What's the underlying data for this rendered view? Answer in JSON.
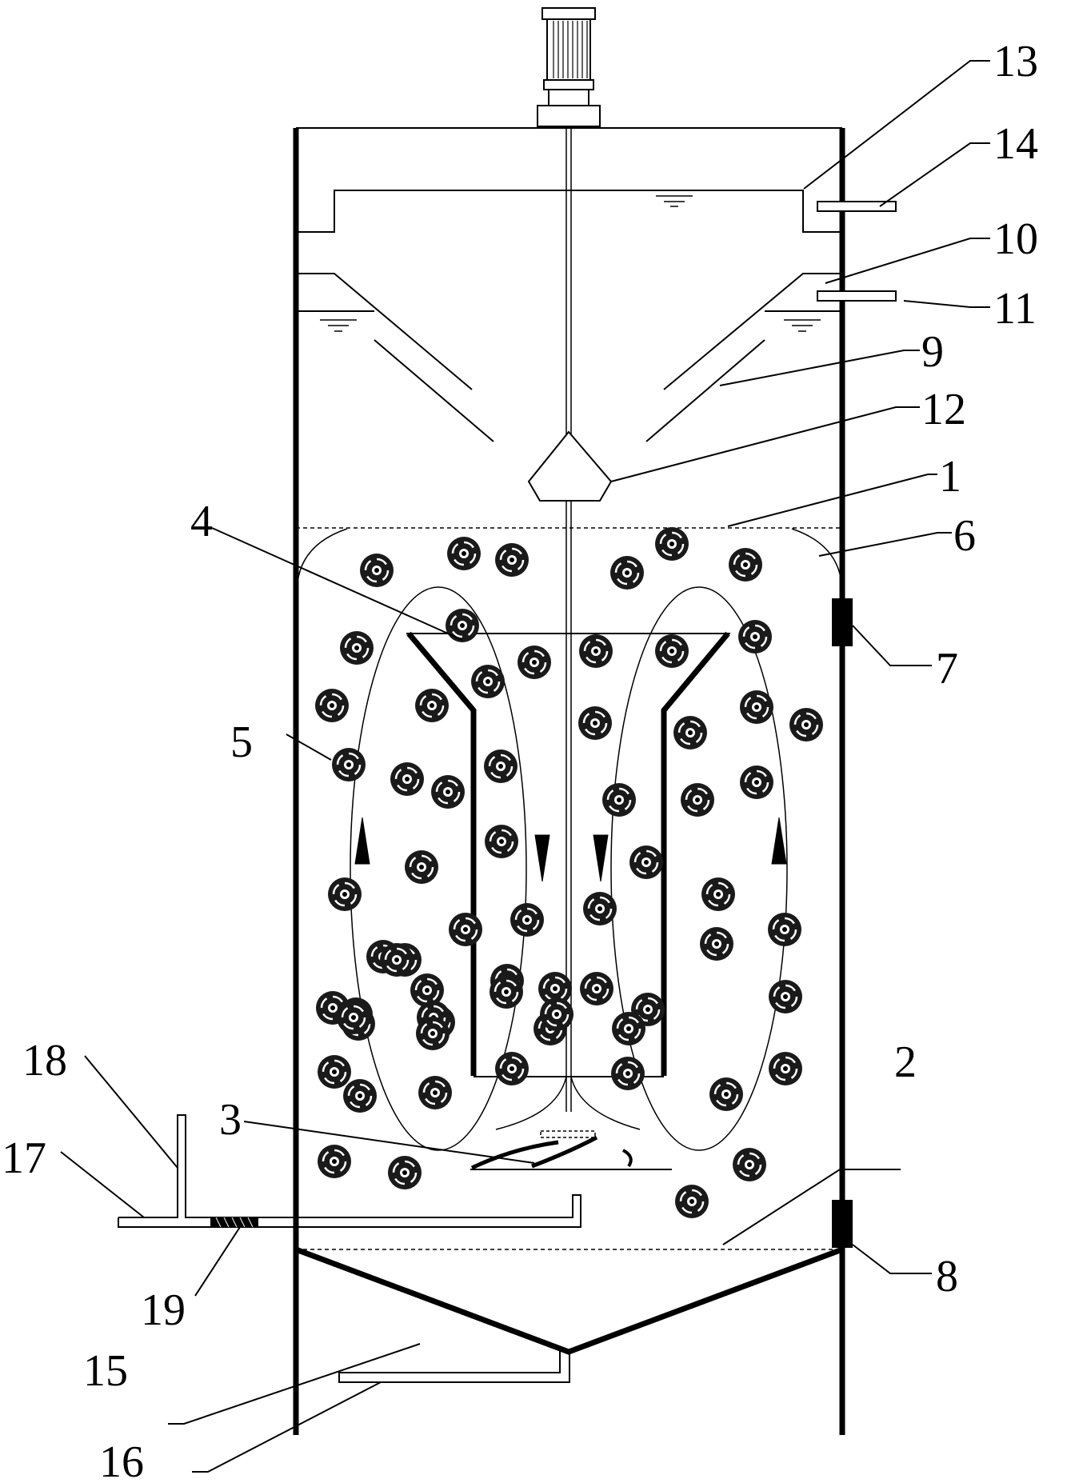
{
  "labels": {
    "l1": "1",
    "l2": "2",
    "l3": "3",
    "l4": "4",
    "l5": "5",
    "l6": "6",
    "l7": "7",
    "l8": "8",
    "l9": "9",
    "l10": "10",
    "l11": "11",
    "l12": "12",
    "l13": "13",
    "l14": "14",
    "l15": "15",
    "l16": "16",
    "l17": "17",
    "l18": "18",
    "l19": "19"
  },
  "colors": {
    "line": "#000000",
    "background": "#ffffff"
  }
}
